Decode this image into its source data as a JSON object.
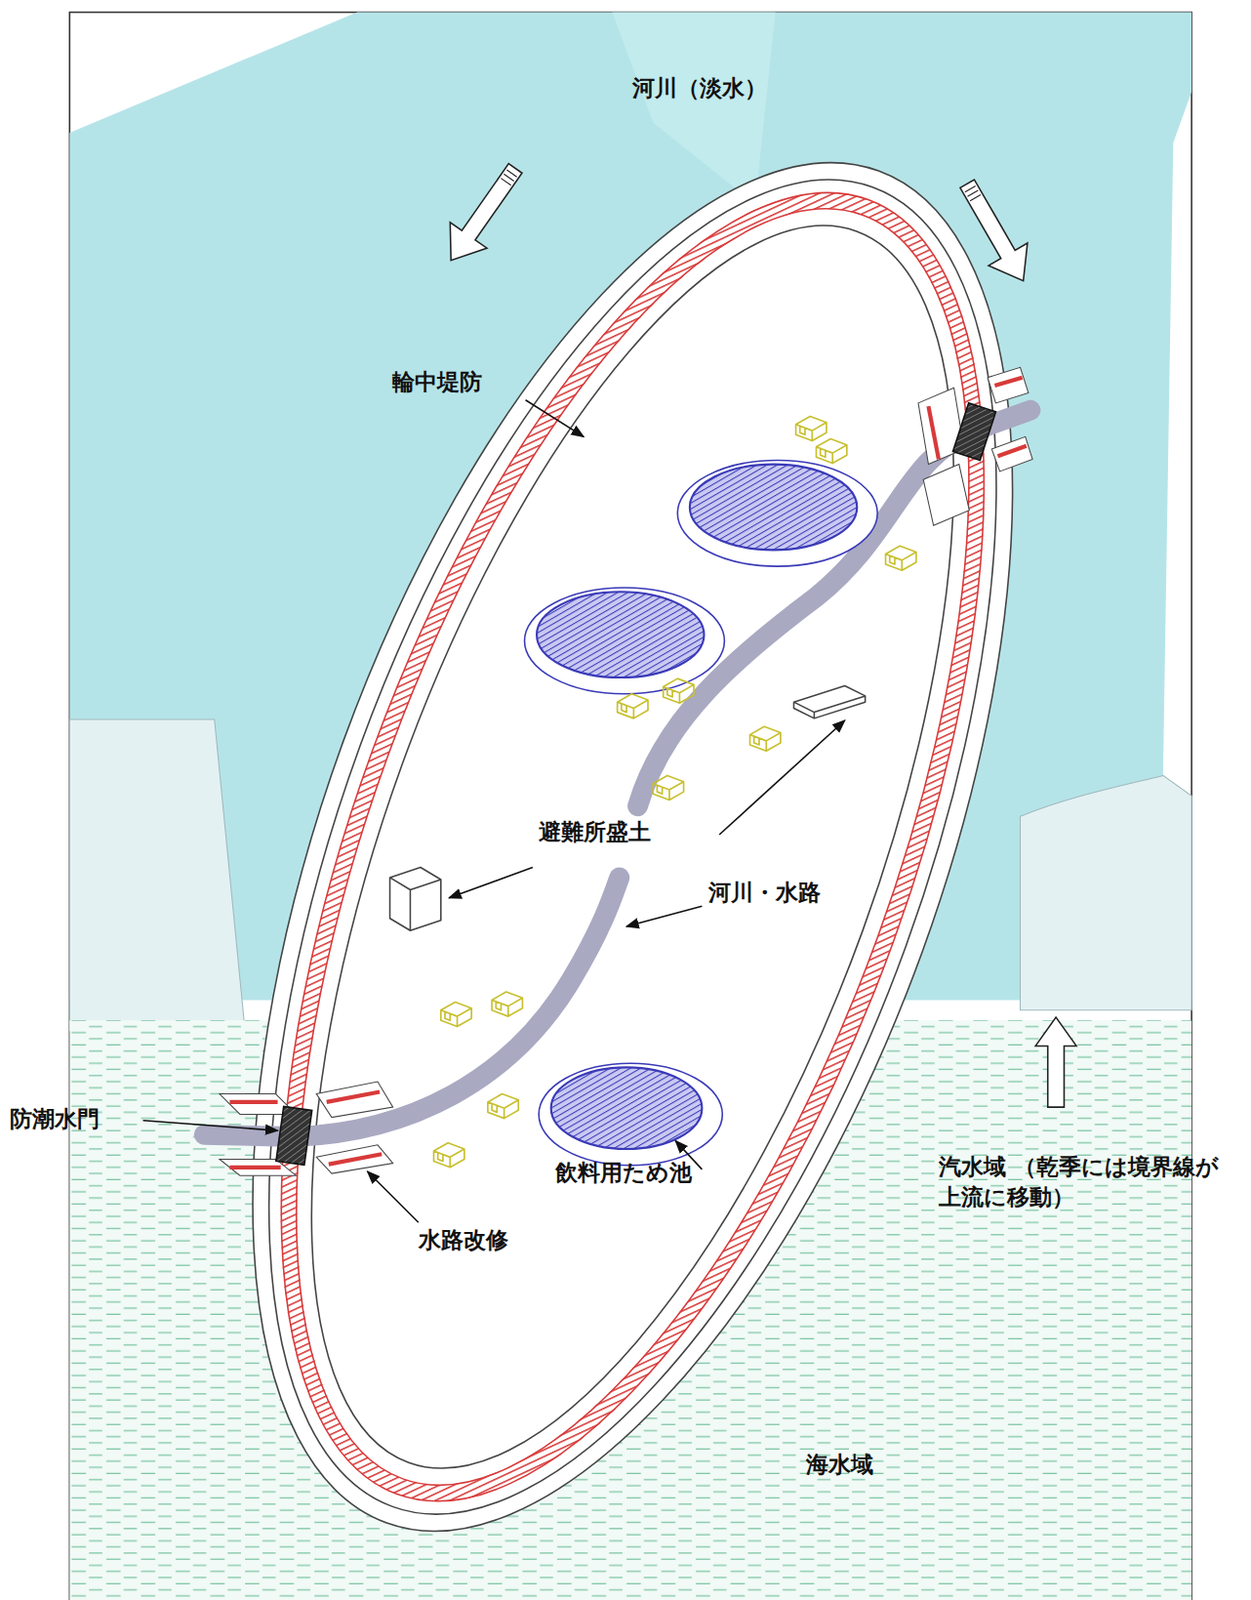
{
  "diagram": {
    "labels": [
      "河川（淡水）",
      "輪中堤防",
      "避難所盛土",
      "河川・水路",
      "防潮水門",
      "飲料用ため池",
      "汽水域 （乾季には境界線が上流に移動）",
      "水路改修",
      "海水域"
    ]
  }
}
